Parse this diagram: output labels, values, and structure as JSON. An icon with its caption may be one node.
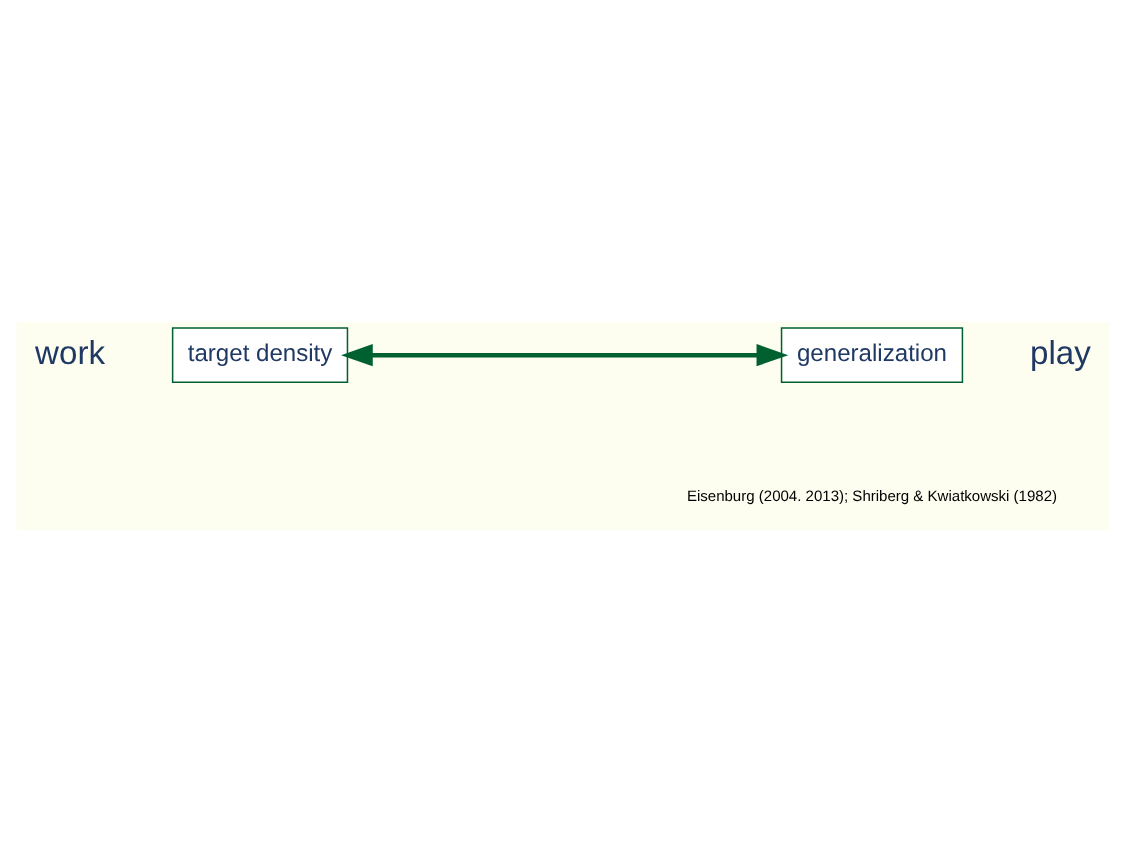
{
  "diagram": {
    "nodes": [
      {
        "text": [
          "target density"
        ],
        "beside": [
          "work"
        ]
      },
      {
        "text": [
          "generalization"
        ],
        "beside": [
          "play"
        ]
      }
    ],
    "edges": [
      {
        "from": 0,
        "to": 1,
        "arrow": "both",
        "color": "#006030"
      }
    ],
    "labels": [
      "Eisenburg (2004. 2013); Shriberg & Kwiatkowski (1982)"
    ]
  }
}
